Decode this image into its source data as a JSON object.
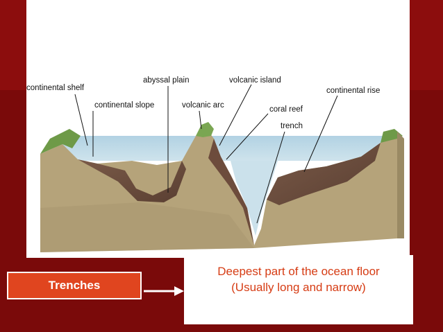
{
  "labels": {
    "continental_shelf": "continental shelf",
    "abyssal_plain": "abyssal plain",
    "volcanic_island": "volcanic island",
    "continental_rise": "continental rise",
    "continental_slope": "continental slope",
    "volcanic_arc": "volcanic arc",
    "coral_reef": "coral reef",
    "trench": "trench"
  },
  "term": "Trenches",
  "definition_line1": "Deepest part of the ocean floor",
  "definition_line2": "(Usually long and narrow)",
  "colors": {
    "background": "#7a0a0a",
    "term_box": "#e0451f",
    "definition_text": "#d63c14",
    "water": "#9fc4d8",
    "land": "#b5a37a"
  }
}
